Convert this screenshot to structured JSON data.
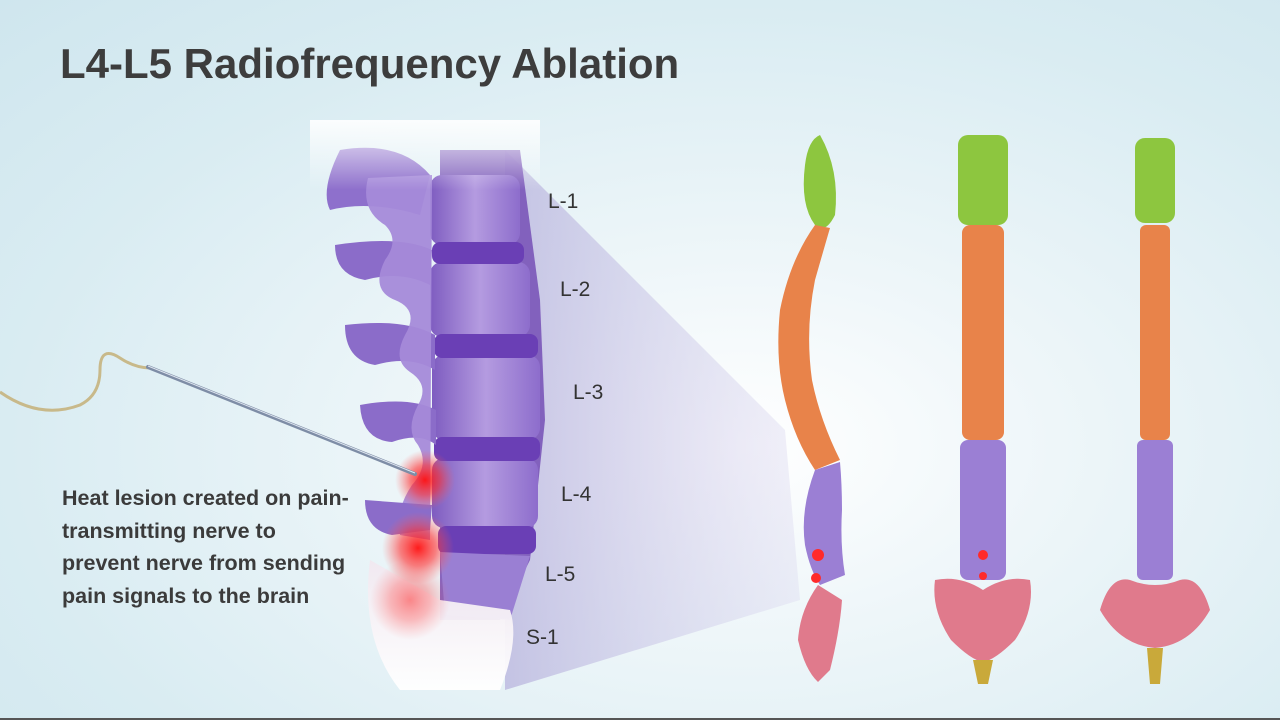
{
  "title": "L4-L5 Radiofrequency Ablation",
  "caption": "Heat lesion created on pain-transmitting nerve to prevent nerve from sending pain signals to the brain",
  "vertebra_labels": [
    "L-1",
    "L-2",
    "L-3",
    "L-4",
    "L-5",
    "S-1"
  ],
  "colors": {
    "cervical": "#8dc63f",
    "thoracic": "#e8834a",
    "lumbar": "#9b7fd4",
    "sacrum": "#e07a8c",
    "coccyx": "#c9a93a",
    "lesion": "#ff2a2a",
    "title_text": "#3d3d3d"
  },
  "icons": [
    "lumbar-spine-closeup-illustration",
    "rf-probe-needle",
    "spine-side-view",
    "spine-back-view",
    "spine-front-view"
  ]
}
